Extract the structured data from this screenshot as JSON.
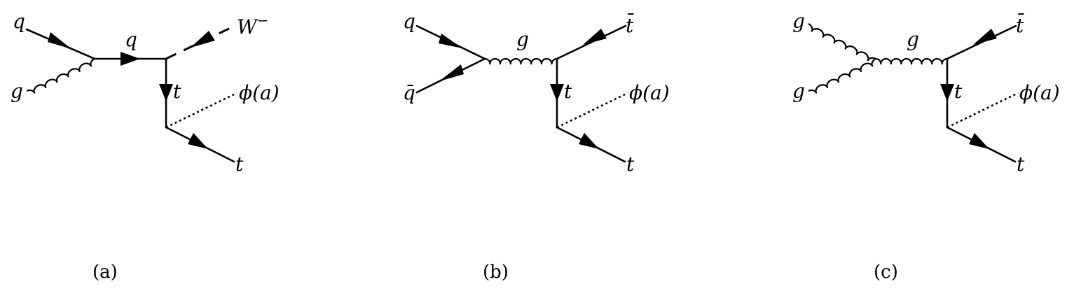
{
  "diagrams": [
    {
      "caption": "(a)",
      "labels": {
        "in_top": "q",
        "in_bottom": "g",
        "internal": "q",
        "out_top": "W",
        "out_top_sup": "−",
        "vertical": "t",
        "scalar": "ϕ(a)",
        "out_bottom": "t"
      }
    },
    {
      "caption": "(b)",
      "labels": {
        "in_top": "q",
        "in_bottom": "q̄",
        "internal": "g",
        "out_top": "t̄",
        "vertical": "t",
        "scalar": "ϕ(a)",
        "out_bottom": "t"
      }
    },
    {
      "caption": "(c)",
      "labels": {
        "in_top": "g",
        "in_bottom": "g",
        "internal": "g",
        "out_top": "t̄",
        "vertical": "t",
        "scalar": "ϕ(a)",
        "out_bottom": "t"
      }
    }
  ]
}
